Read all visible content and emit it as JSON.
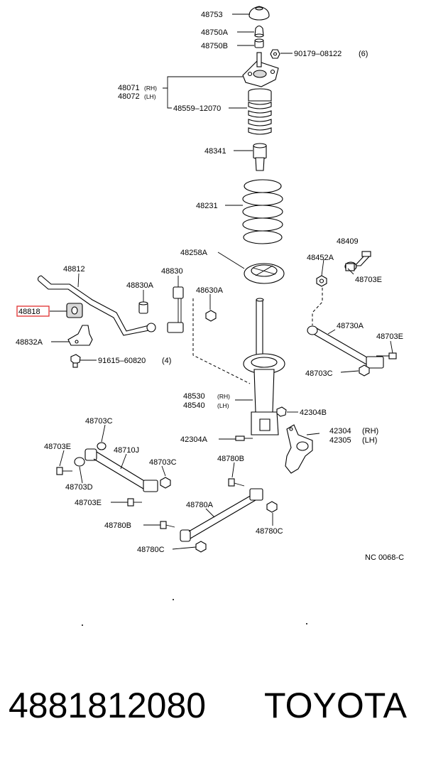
{
  "labels": {
    "l48753": "48753",
    "l48750A": "48750A",
    "l48750B": "48750B",
    "l90179": "90179–08122",
    "l90179q": "(6)",
    "l48071": "48071",
    "l48071rh": "(RH)",
    "l48072": "48072",
    "l48072lh": "(LH)",
    "l48559": "48559–12070",
    "l48341": "48341",
    "l48231": "48231",
    "l48409": "48409",
    "l48452A": "48452A",
    "l48703E_a": "48703E",
    "l48258A": "48258A",
    "l48812": "48812",
    "l48830": "48830",
    "l48830A": "48830A",
    "l48630A": "48630A",
    "l48818": "48818",
    "l48832A": "48832A",
    "l91615": "91615–60820",
    "l91615q": "(4)",
    "l48730A": "48730A",
    "l48703E_b": "48703E",
    "l48703C_a": "48703C",
    "l48530": "48530",
    "l48530rh": "(RH)",
    "l48540": "48540",
    "l48540lh": "(LH)",
    "l42304B": "42304B",
    "l42304A": "42304A",
    "l42304": "42304",
    "l42304rh": "(RH)",
    "l42305": "42305",
    "l42305lh": "(LH)",
    "l48703C_b": "48703C",
    "l48703E_c": "48703E",
    "l48710J": "48710J",
    "l48703C_c": "48703C",
    "l48703D": "48703D",
    "l48703E_d": "48703E",
    "l48780B_a": "48780B",
    "l48780A": "48780A",
    "l48780B_b": "48780B",
    "l48780C_a": "48780C",
    "l48780C_b": "48780C",
    "code": "NC  0068-C"
  },
  "footer": {
    "part_number": "4881812080",
    "brand": "TOYOTA"
  },
  "colors": {
    "highlight": "#e03030",
    "ink": "#000000",
    "background": "#ffffff"
  }
}
